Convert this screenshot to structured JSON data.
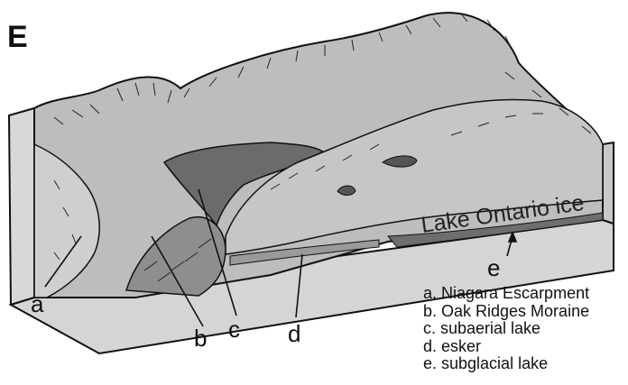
{
  "figure": {
    "panel_letter": "E",
    "surface_label": "Lake Ontario ice",
    "callouts": [
      "a",
      "b",
      "c",
      "d",
      "e"
    ],
    "legend": [
      "a. Niagara Escarpment",
      "b. Oak Ridges Moraine",
      "c. subaerial lake",
      "d. esker",
      "e. subglacial lake"
    ]
  },
  "colors": {
    "ink": "#111111",
    "ice_light": "#bdbdbd",
    "ice_mid": "#a9a9a9",
    "lake_dark": "#6b6b6b",
    "escarpment": "#cfcfcf"
  }
}
